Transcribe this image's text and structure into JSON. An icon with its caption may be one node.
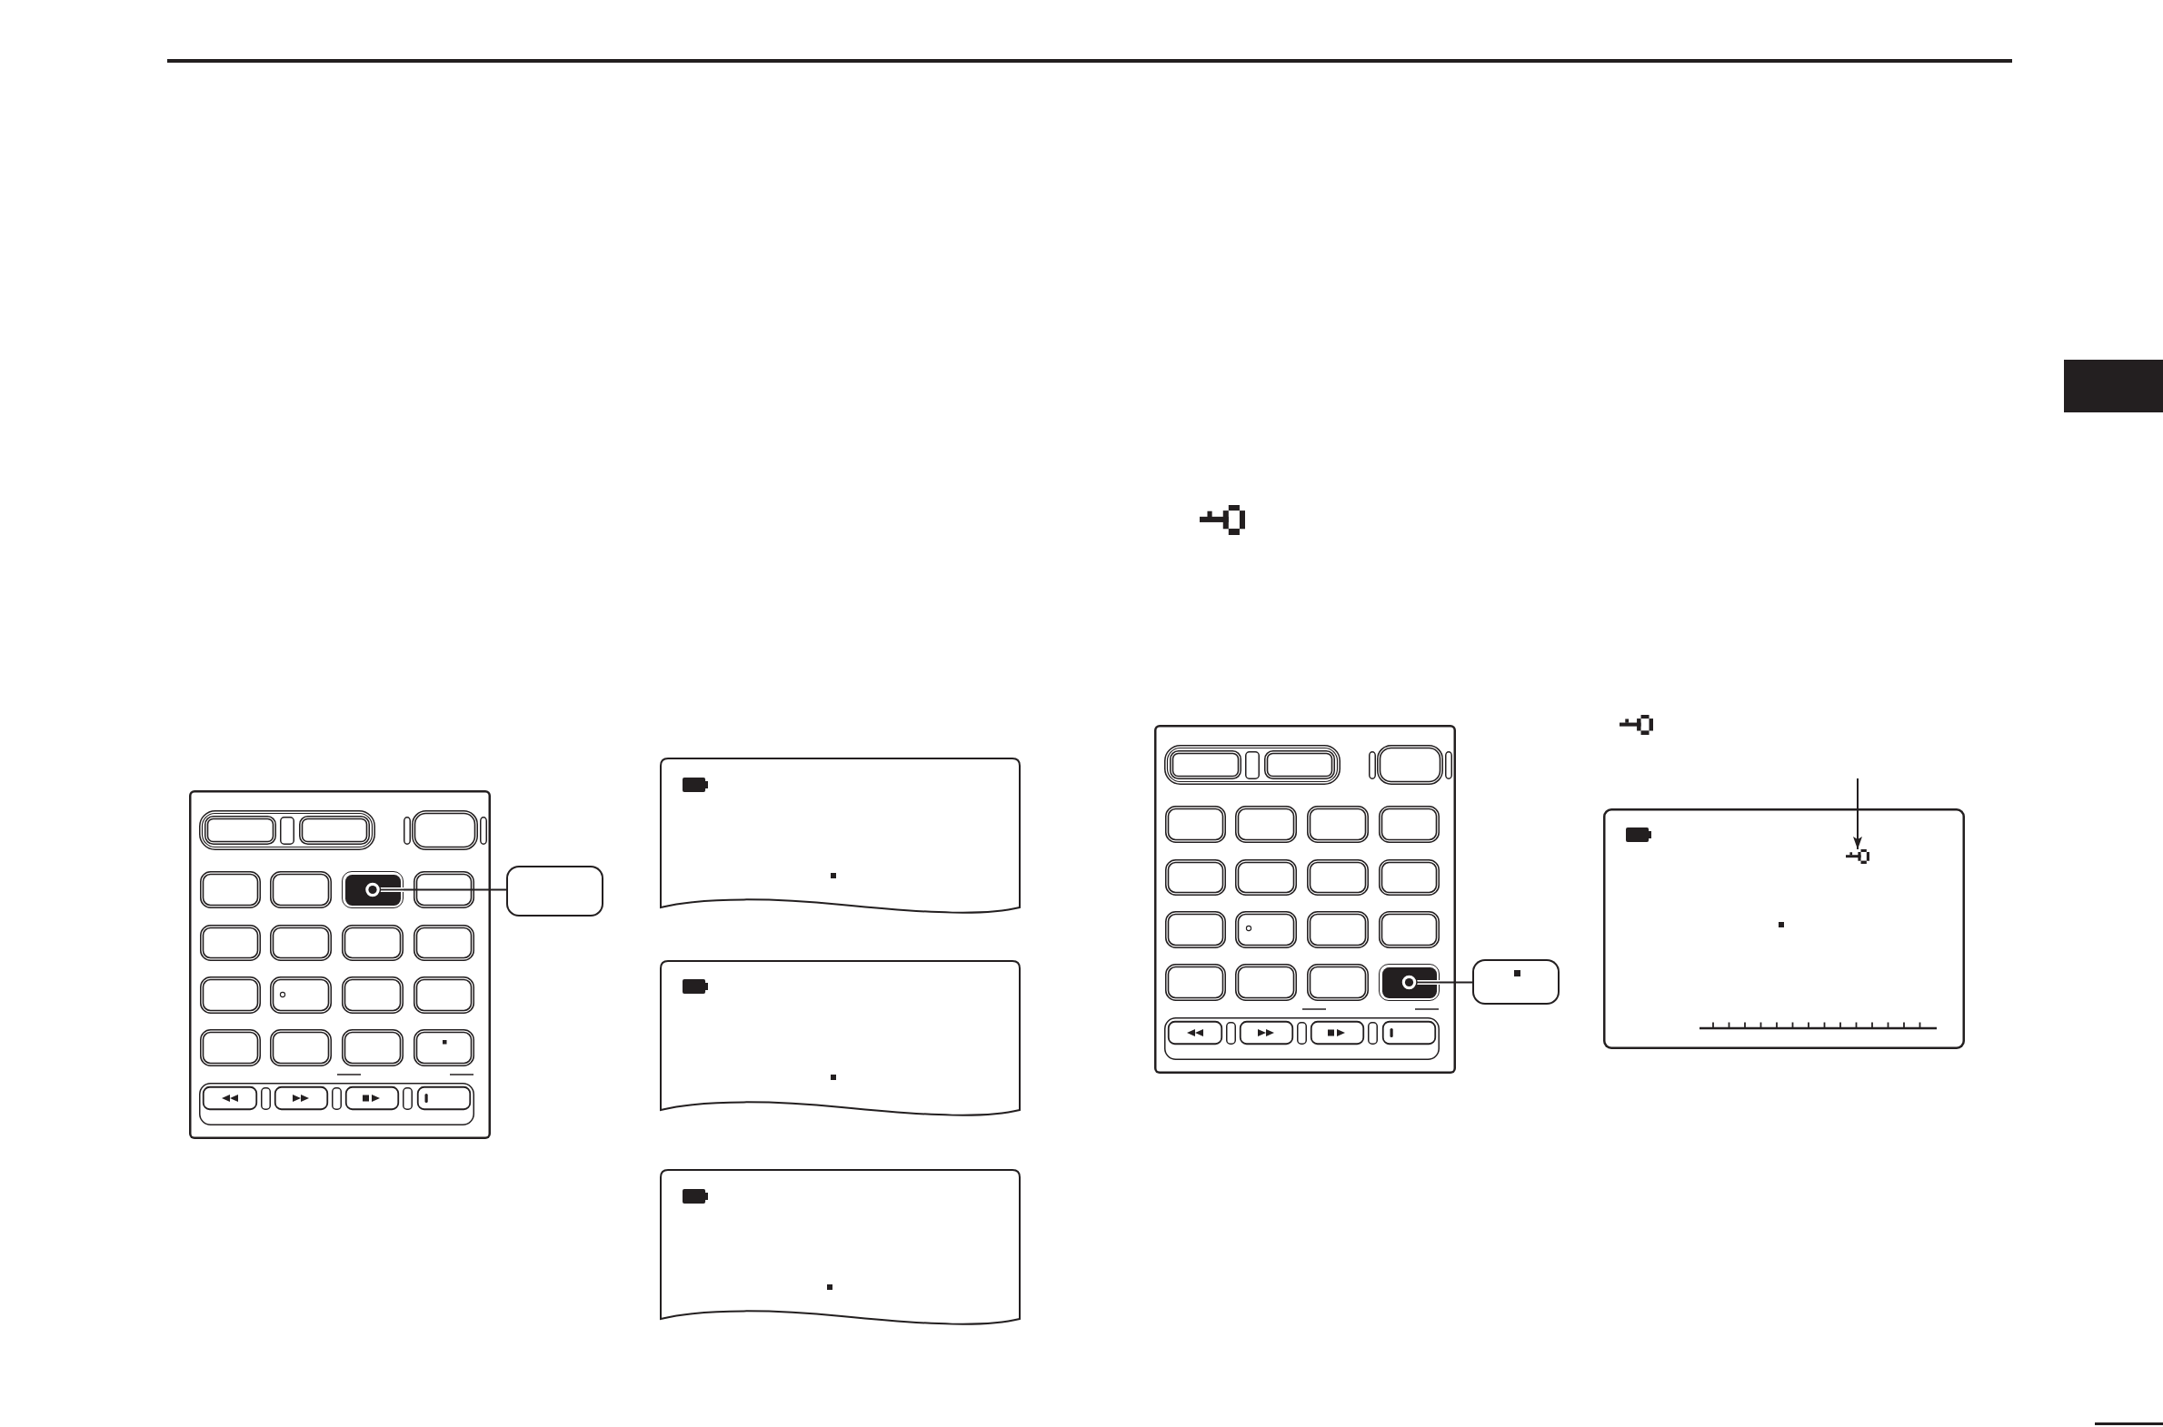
{
  "diagram": {
    "nodes": [
      {
        "text": [],
        "shape": "box"
      },
      {
        "text": [],
        "shape": "box"
      },
      {
        "text": [],
        "shape": "box",
        "in": 1
      },
      {
        "text": [],
        "shape": "box"
      },
      {
        "text": [],
        "shape": "box"
      },
      {
        "text": [],
        "shape": "box"
      },
      {
        "text": [],
        "shape": "box"
      },
      {
        "text": [],
        "shape": "box"
      },
      {
        "text": [],
        "shape": "box",
        "in": 7
      },
      {
        "text": [],
        "shape": "box"
      },
      {
        "text": [],
        "shape": "box"
      },
      {
        "text": [],
        "shape": "picture",
        "in": 10
      }
    ],
    "edges": [
      {
        "from": 3,
        "to": 2,
        "arrow": "other"
      },
      {
        "from": 9,
        "to": 8,
        "arrow": "other"
      },
      {
        "from": null,
        "to": 11,
        "arrow": "to"
      }
    ]
  }
}
